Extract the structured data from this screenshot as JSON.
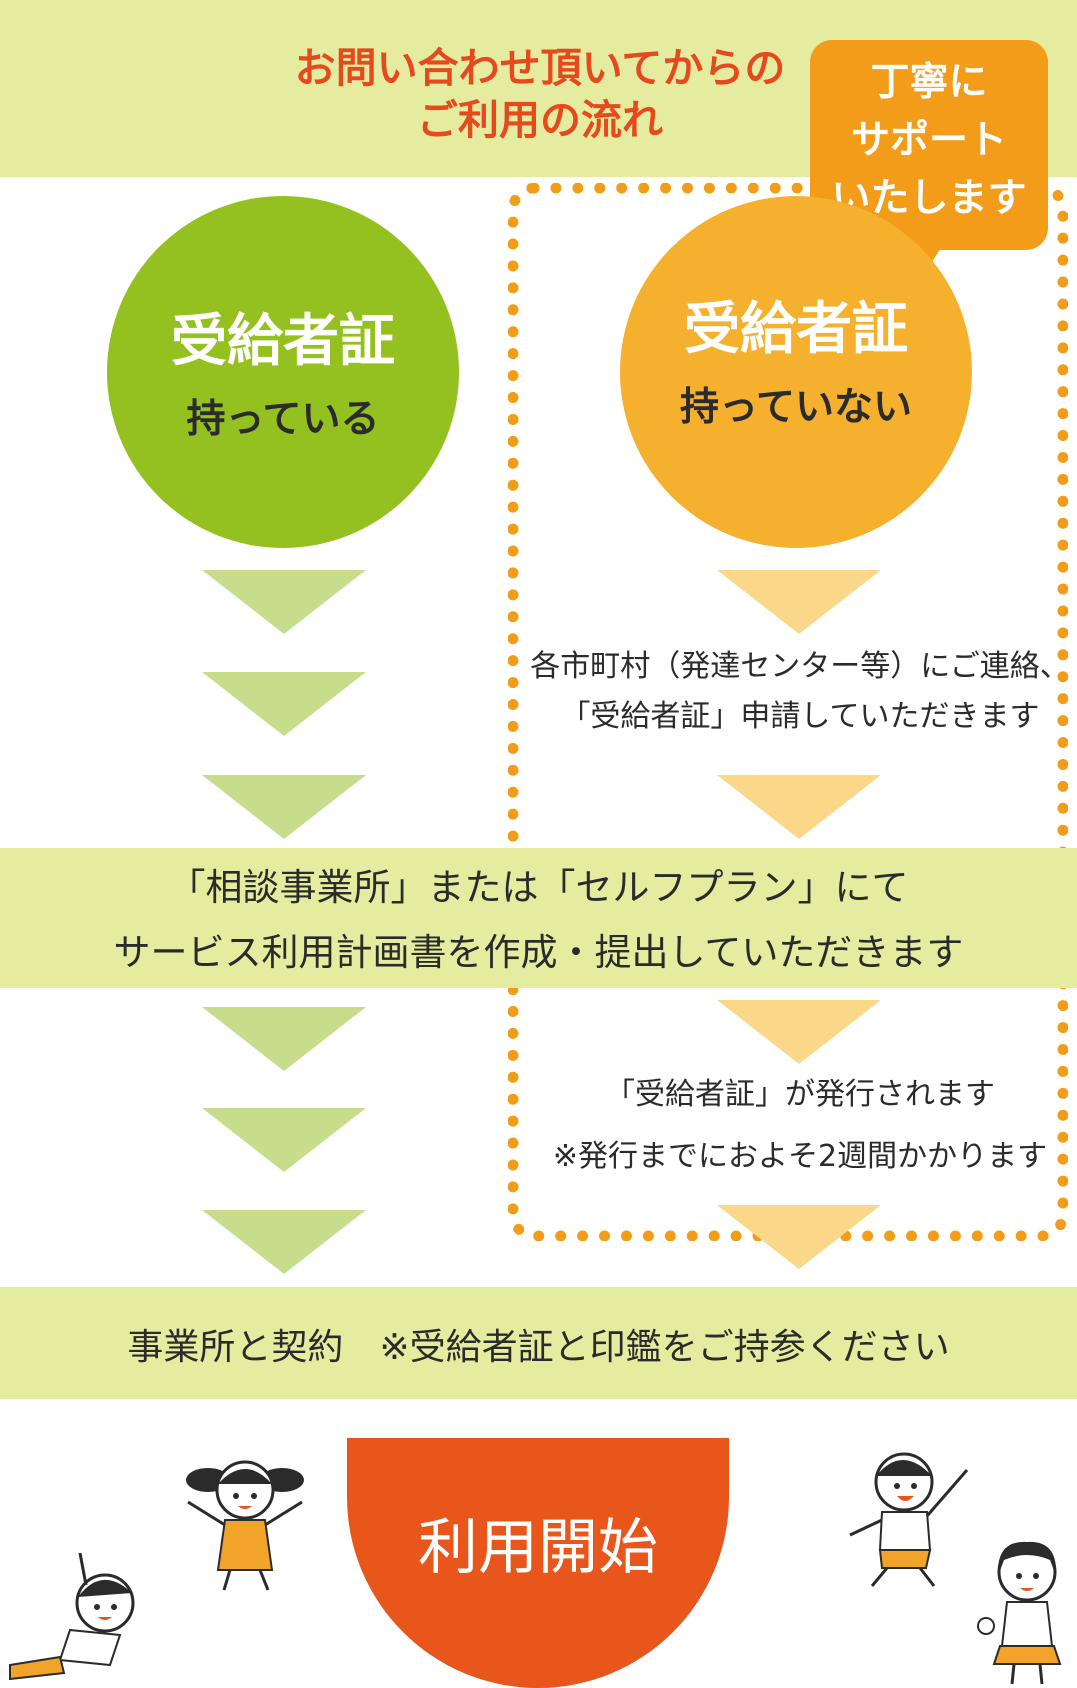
{
  "header": {
    "title_line1": "お問い合わせ頂いてからの",
    "title_line2": "ご利用の流れ"
  },
  "support_bubble": {
    "line1": "丁寧に",
    "line2": "サポート",
    "line3": "いたします"
  },
  "left_circle": {
    "title": "受給者証",
    "subtitle": "持っている"
  },
  "right_circle": {
    "title": "受給者証",
    "subtitle": "持っていない"
  },
  "right_step1": {
    "line1": "各市町村（発達センター等）にご連絡、",
    "line2": "「受給者証」申請していただきます"
  },
  "middle_band": {
    "line1": "「相談事業所」または「セルフプラン」にて",
    "line2": "サービス利用計画書を作成・提出していただきます"
  },
  "right_step2": {
    "line1": "「受給者証」が発行されます",
    "line2": "※発行までにおよそ2週間かかります"
  },
  "contract_band": {
    "text": "事業所と契約　※受給者証と印鑑をご持参ください"
  },
  "start": {
    "label": "利用開始"
  },
  "colors": {
    "band": "#e6ec9f",
    "title": "#e54a1f",
    "green": "#94c11f",
    "orange": "#f29c1a",
    "circle_orange": "#f5b02e",
    "start": "#e8561c"
  }
}
